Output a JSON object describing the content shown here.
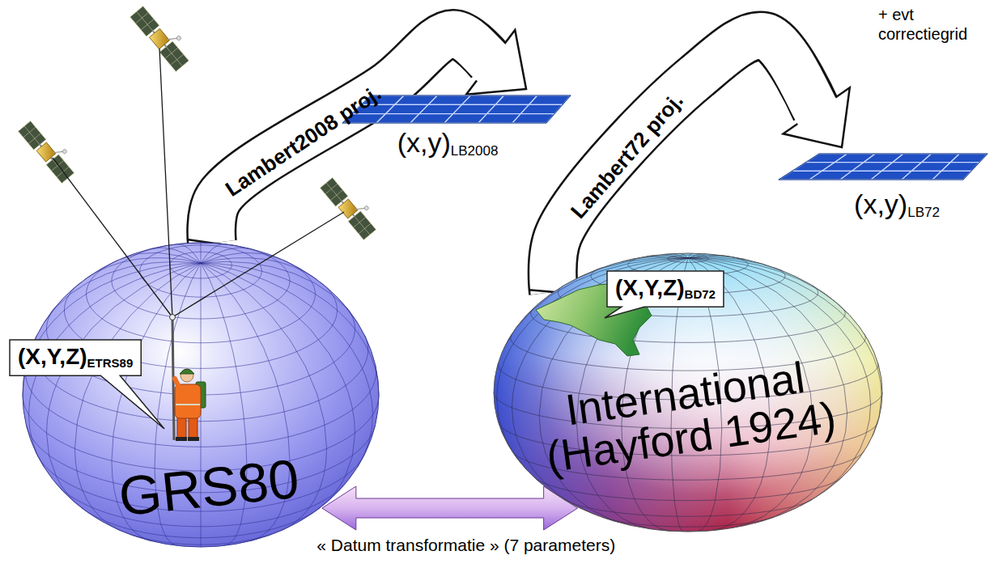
{
  "diagram": {
    "nodes": [
      {
        "text": [
          "GRS80"
        ]
      },
      {
        "text": [
          "(X,Y,Z)",
          "ETRS89"
        ],
        "in": 0
      },
      {
        "text": [
          "(x,y)",
          "LB2008"
        ]
      },
      {
        "text": [
          "International (Hayford 1924)"
        ]
      },
      {
        "text": [
          "(X,Y,Z)",
          "BD72"
        ],
        "in": 3
      },
      {
        "text": [
          "(x,y)",
          "LB72"
        ]
      }
    ],
    "edges": [
      {
        "from": 0,
        "to": 2,
        "label": "Lambert2008 proj.",
        "arrow": "to"
      },
      {
        "from": 3,
        "to": 5,
        "label": "Lambert72 proj.",
        "arrow": "to"
      },
      {
        "from": 0,
        "to": 3,
        "label": "« Datum transformatie » (7 parameters)",
        "arrow": "both"
      }
    ],
    "labels": [
      "+ evt correctiegrid"
    ]
  }
}
